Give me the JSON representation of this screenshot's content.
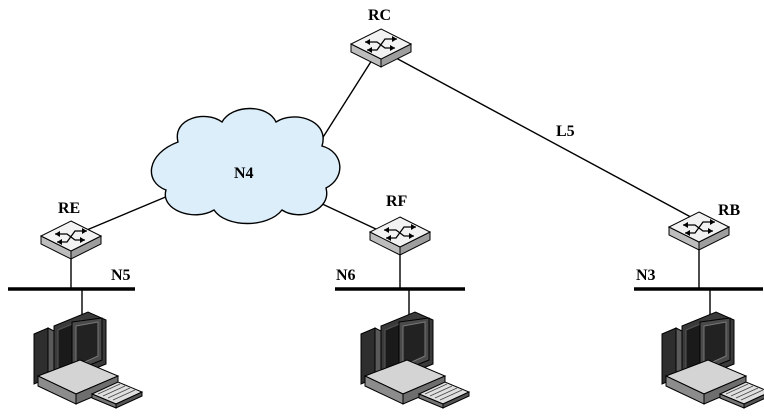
{
  "routers": {
    "rc": {
      "label": "RC"
    },
    "re": {
      "label": "RE"
    },
    "rf": {
      "label": "RF"
    },
    "rb": {
      "label": "RB"
    }
  },
  "networks": {
    "n4": {
      "label": "N4"
    },
    "n5": {
      "label": "N5"
    },
    "n6": {
      "label": "N6"
    },
    "n3": {
      "label": "N3"
    }
  },
  "links": {
    "l5": {
      "label": "L5"
    }
  },
  "colors": {
    "cloud_fill": "#dbeefa",
    "router_fill": "#f2f2f2",
    "line": "#000000",
    "computer_dark": "#3a3a3a",
    "computer_light": "#cfcfcf"
  }
}
